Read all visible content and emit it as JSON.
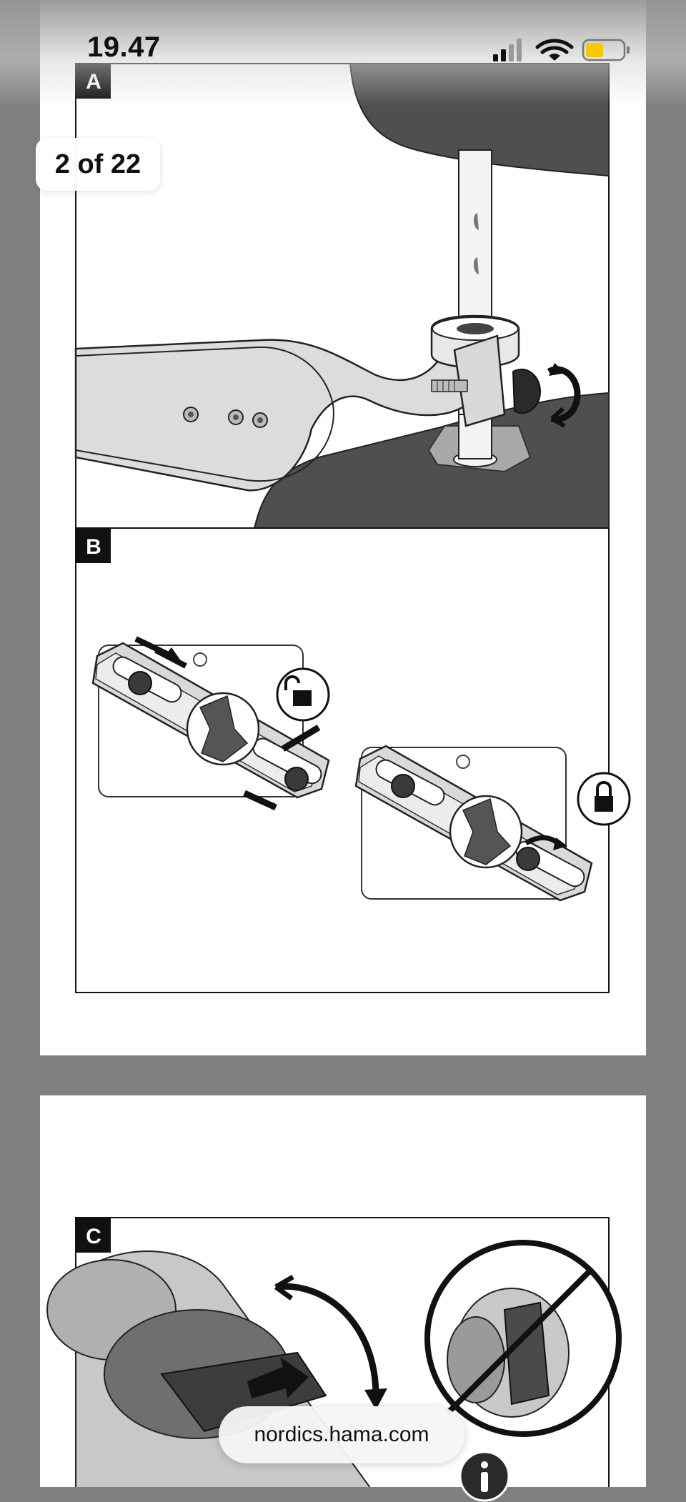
{
  "status_bar": {
    "time": "19.47",
    "battery_color": "#f5c800"
  },
  "viewer": {
    "page_counter": "2 of 22",
    "current_page": 2,
    "total_pages": 22
  },
  "panels": {
    "a_label": "A",
    "b_label": "B",
    "c_label": "C"
  },
  "browser": {
    "url": "nordics.hama.com",
    "info_icon": "info-icon"
  }
}
